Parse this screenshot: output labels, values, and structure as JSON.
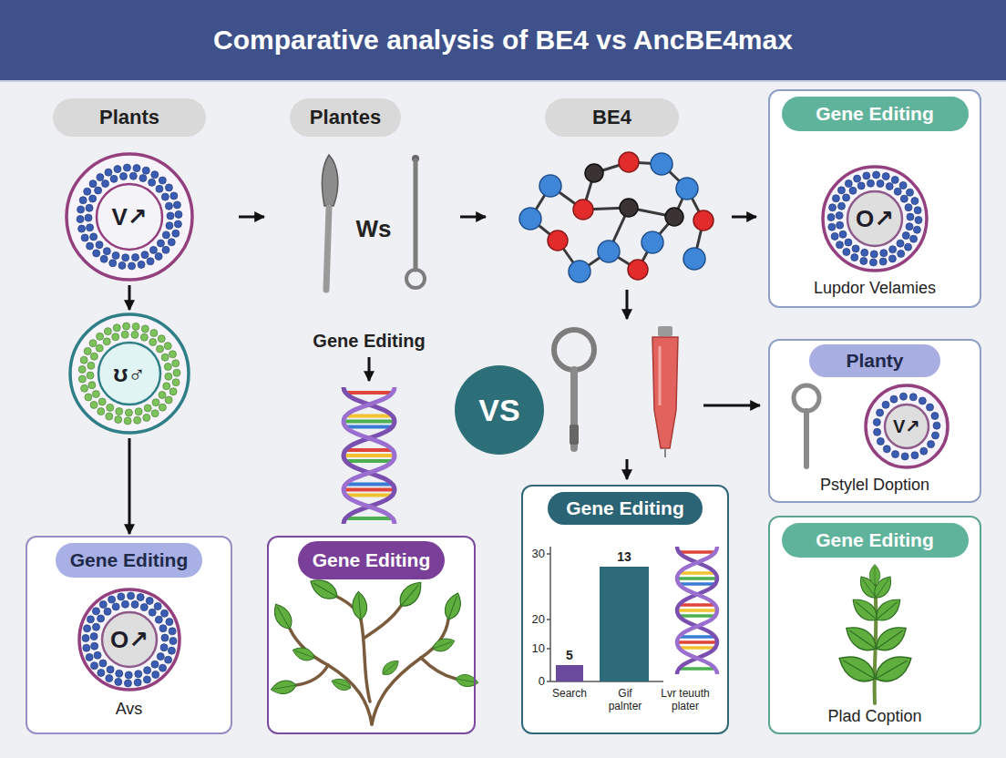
{
  "diagram": {
    "title": "Comparative analysis of BE4 vs AncBE4max",
    "nodes": [
      {
        "text": [
          "Plants"
        ]
      },
      {
        "text": [
          "Plantes"
        ]
      },
      {
        "text": [
          "BE4"
        ]
      },
      {
        "text": [
          "Gene Editing",
          "Lupdor Velamies"
        ]
      },
      {
        "text": [
          "O↗"
        ],
        "in": 3
      },
      {
        "text": [
          "V↗"
        ]
      },
      {
        "text": [
          "ʊ♂"
        ]
      },
      {
        "text": [
          "VS"
        ]
      },
      {
        "text": [
          "Planty",
          "Pstylel Doption"
        ]
      },
      {
        "text": [
          "V↗"
        ],
        "in": 8
      },
      {
        "text": [
          "Gene Editing",
          "Avs"
        ]
      },
      {
        "text": [
          "O↗"
        ],
        "in": 10
      },
      {
        "text": [
          "Gene Editing"
        ]
      },
      {
        "text": [
          "Gene Editing"
        ]
      },
      {
        "text": [
          "Gene Editing",
          "Plad Coption"
        ]
      }
    ],
    "edges": [
      {
        "from": 5,
        "to": 6,
        "arrow": "to"
      },
      {
        "from": 6,
        "to": 10,
        "arrow": "to"
      }
    ],
    "labels": [
      "Ws",
      "Gene Editing",
      "30",
      "20",
      "10",
      "0",
      "5",
      "13",
      "Search",
      "Gif palnter",
      "Lvr teuuth plater"
    ]
  }
}
